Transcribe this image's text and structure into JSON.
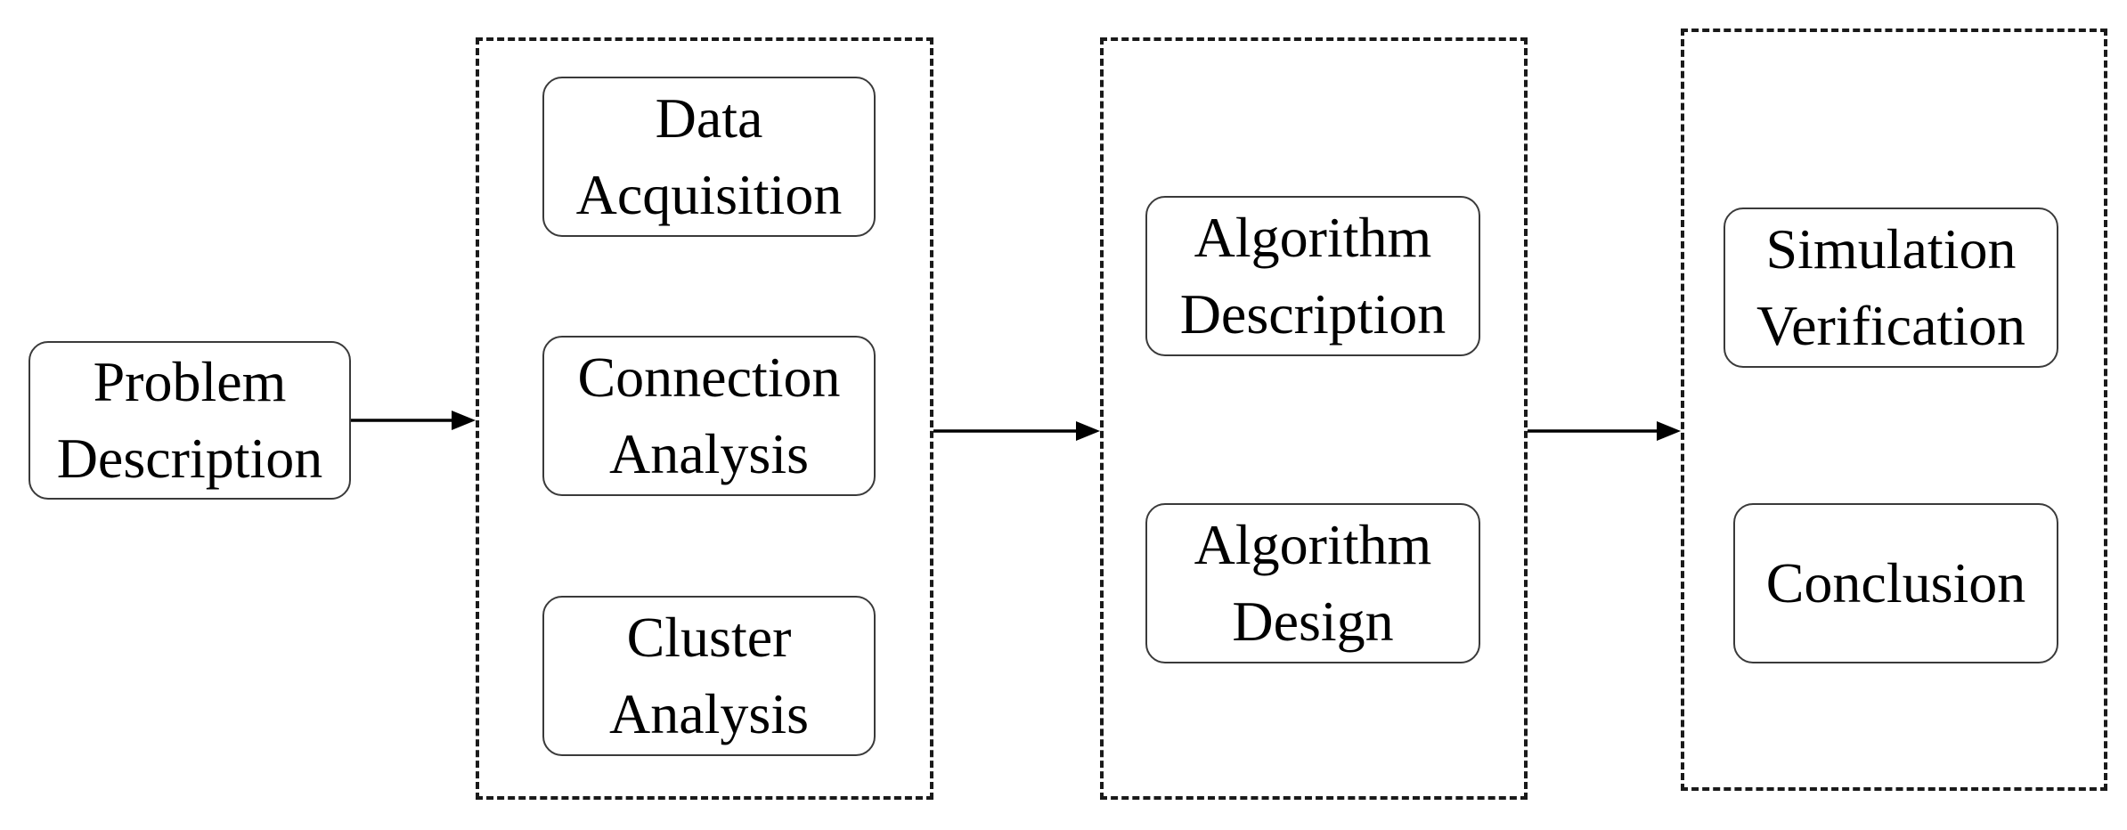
{
  "diagram": {
    "nodes": {
      "problem": "Problem\nDescription",
      "data_acquisition": "Data\nAcquisition",
      "connection_analysis": "Connection\nAnalysis",
      "cluster_analysis": "Cluster\nAnalysis",
      "algorithm_description": "Algorithm\nDescription",
      "algorithm_design": "Algorithm\nDesign",
      "simulation_verification": "Simulation\nVerification",
      "conclusion": "Conclusion"
    },
    "edges": [
      {
        "from": "problem",
        "to": "analysis-group"
      },
      {
        "from": "analysis-group",
        "to": "algorithm-group"
      },
      {
        "from": "algorithm-group",
        "to": "verification-group"
      }
    ]
  }
}
